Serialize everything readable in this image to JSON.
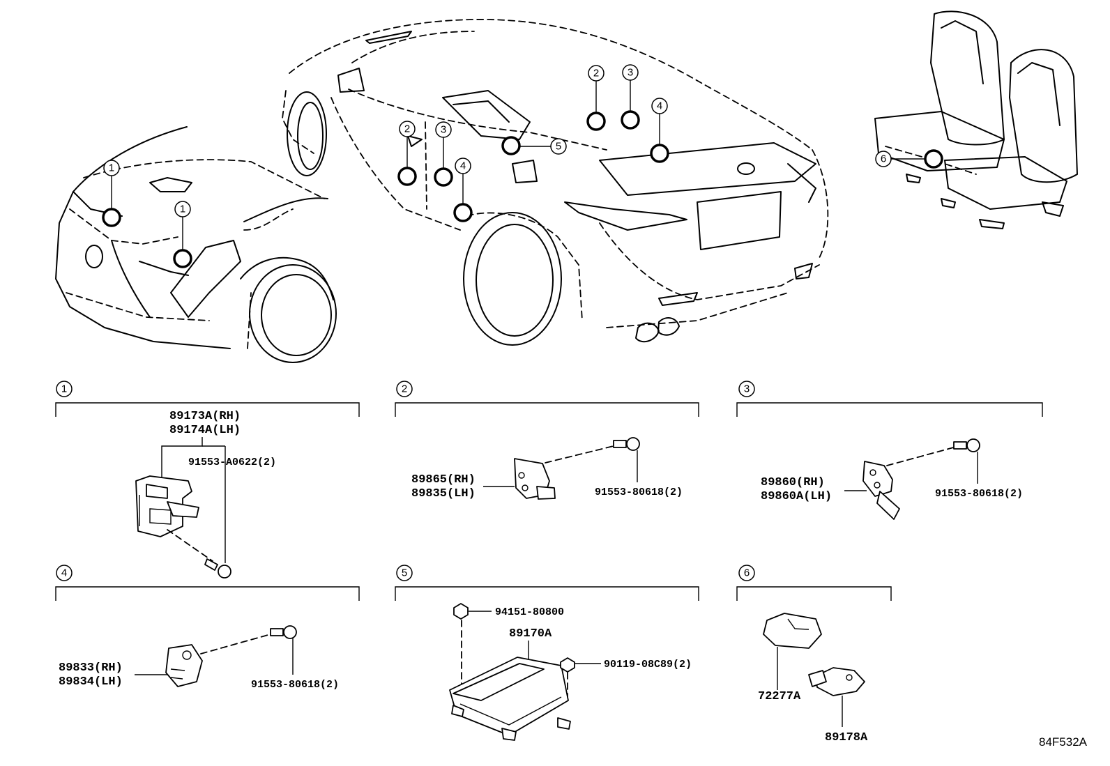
{
  "overview": {
    "front_callouts": [
      "1",
      "1"
    ],
    "side_callouts": [
      "2",
      "3",
      "4",
      "5"
    ],
    "rear_callouts": [
      "2",
      "3",
      "4"
    ],
    "seat_callout": "6"
  },
  "sections": [
    {
      "id": "1",
      "parts": [
        "89173A(RH)",
        "89174A(LH)"
      ],
      "fastener": "91553-A0622(2)"
    },
    {
      "id": "2",
      "parts": [
        "89865(RH)",
        "89835(LH)"
      ],
      "fastener": "91553-80618(2)"
    },
    {
      "id": "3",
      "parts": [
        "89860(RH)",
        "89860A(LH)"
      ],
      "fastener": "91553-80618(2)"
    },
    {
      "id": "4",
      "parts": [
        "89833(RH)",
        "89834(LH)"
      ],
      "fastener": "91553-80618(2)"
    },
    {
      "id": "5",
      "parts": [
        "89170A"
      ],
      "nut": "94151-80800",
      "bolt": "90119-08C89(2)"
    },
    {
      "id": "6",
      "parts": [
        "72277A",
        "89178A"
      ]
    }
  ],
  "figure_ref": "84F532A"
}
